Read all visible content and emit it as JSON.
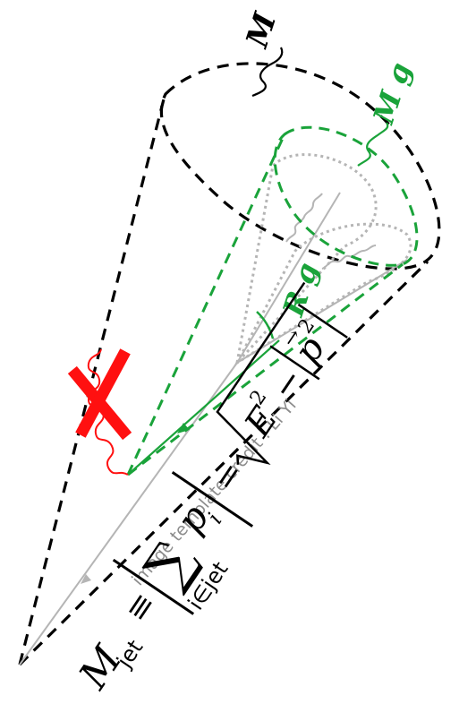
{
  "labels": {
    "outer_jet": "M",
    "groomed_jet": "M g",
    "groomed_radius": "R g"
  },
  "credit": "image template credit : Li Yi",
  "formula": {
    "lhs_symbol": "M",
    "lhs_subscript": "jet",
    "equiv": "≡",
    "sum_symbol": "∑",
    "sum_index": "i∈jet",
    "term": "p",
    "term_subscript": "i",
    "equals": "=",
    "energy": "E",
    "power": "2",
    "minus": "−",
    "momentum": "p",
    "vector_arrow": "→"
  },
  "colors": {
    "outer_cone": "#000000",
    "groomed": "#1aa33a",
    "removed": "#ff1010",
    "substructure": "#b5b5b5",
    "credit_text": "#8c8c8c"
  }
}
